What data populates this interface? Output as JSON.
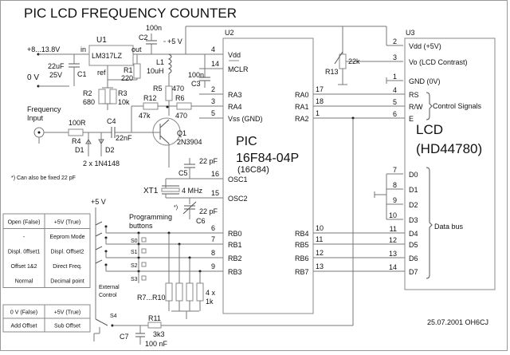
{
  "title": "PIC LCD FREQUENCY COUNTER",
  "footer": "25.07.2001 OH6CJ",
  "note": "*) Can also be fixed 22 pF",
  "power": {
    "input_label": "+8...13.8V",
    "ground_label": "0 V",
    "vcc_label": "+5 V",
    "vcc_label_left": "+5 V"
  },
  "components": {
    "U1": {
      "ref": "U1",
      "part": "LM317LZ",
      "in": "in",
      "out": "out",
      "adj": "ref"
    },
    "C1": {
      "ref": "C1",
      "value": "22uF",
      "voltage": "25V"
    },
    "C2": {
      "ref": "C2",
      "value": "100n"
    },
    "C3": {
      "ref": "C3",
      "value": "100n"
    },
    "C4": {
      "ref": "C4",
      "value": "22nF"
    },
    "C5": {
      "ref": "C5",
      "value": "22 pF"
    },
    "C6": {
      "ref": "C6",
      "value": "22 pF",
      "marker": "*)"
    },
    "C7": {
      "ref": "C7",
      "value": "100 nF"
    },
    "L1": {
      "ref": "L1",
      "value": "10uH"
    },
    "R1": {
      "ref": "R1",
      "value": "220"
    },
    "R2": {
      "ref": "R2",
      "value": "680"
    },
    "R3": {
      "ref": "R3",
      "value": "10k"
    },
    "R4": {
      "ref": "R4",
      "value": "100R"
    },
    "R5": {
      "ref": "R5",
      "value": "470"
    },
    "R6": {
      "ref": "R6",
      "value": "470"
    },
    "R7_10": {
      "ref": "R7...R10",
      "value": "4 x",
      "value2": "1k"
    },
    "R11": {
      "ref": "R11",
      "value": "3k3"
    },
    "R12": {
      "ref": "R12",
      "value": "47k"
    },
    "R13": {
      "ref": "R13",
      "value": "22k"
    },
    "Q1": {
      "ref": "Q1",
      "part": "2N3904"
    },
    "D1": {
      "ref": "D1"
    },
    "D2": {
      "ref": "D2"
    },
    "diodes_part": "2 x 1N4148",
    "XT1": {
      "ref": "XT1",
      "value": "4 MHz"
    },
    "S4": {
      "ref": "S4"
    },
    "freq_input": {
      "line1": "Frequency",
      "line2": "Input"
    }
  },
  "U2": {
    "ref": "U2",
    "name1": "PIC",
    "name2": "16F84-04P",
    "name3": "(16C84)",
    "left_pins": [
      {
        "num": "4",
        "name": "Vdd"
      },
      {
        "num": "14",
        "name": "MCLR"
      },
      {
        "num": "2",
        "name": "RA3"
      },
      {
        "num": "3",
        "name": "RA4"
      },
      {
        "num": "5",
        "name": "Vss (GND)"
      },
      {
        "num": "16",
        "name": "OSC1"
      },
      {
        "num": "15",
        "name": "OSC2"
      },
      {
        "num": "6",
        "name": "RB0"
      },
      {
        "num": "7",
        "name": "RB1"
      },
      {
        "num": "8",
        "name": "RB2"
      },
      {
        "num": "9",
        "name": "RB3"
      }
    ],
    "right_pins": [
      {
        "num": "17",
        "name": "RA0"
      },
      {
        "num": "18",
        "name": "RA1"
      },
      {
        "num": "1",
        "name": "RA2"
      },
      {
        "num": "10",
        "name": "RB4"
      },
      {
        "num": "11",
        "name": "RB5"
      },
      {
        "num": "12",
        "name": "RB6"
      },
      {
        "num": "13",
        "name": "RB7"
      }
    ]
  },
  "U3": {
    "ref": "U3",
    "name1": "LCD",
    "name2": "(HD44780)",
    "pins": [
      {
        "num": "2",
        "name": "Vdd (+5V)"
      },
      {
        "num": "3",
        "name": "Vo (LCD Contrast)"
      },
      {
        "num": "1",
        "name": "GND (0V)"
      },
      {
        "num": "4",
        "name": "RS"
      },
      {
        "num": "5",
        "name": "R/W"
      },
      {
        "num": "6",
        "name": "E"
      },
      {
        "num": "7",
        "name": "D0"
      },
      {
        "num": "8",
        "name": "D1"
      },
      {
        "num": "9",
        "name": "D2"
      },
      {
        "num": "10",
        "name": "D3"
      },
      {
        "num": "11",
        "name": "D4"
      },
      {
        "num": "12",
        "name": "D5"
      },
      {
        "num": "13",
        "name": "D6"
      },
      {
        "num": "14",
        "name": "D7"
      }
    ],
    "control_label": "Control Signals",
    "data_label": "Data bus"
  },
  "buttons": {
    "title1": "Programming",
    "title2": "buttons",
    "labels": [
      "S0",
      "S1",
      "S2",
      "S3"
    ],
    "external1": "External",
    "external2": "Control"
  },
  "table1": {
    "headers": [
      "Open (False)",
      "+5V  (True)"
    ],
    "rows": [
      [
        "-",
        "Eeprom Mode"
      ],
      [
        "Displ. 0ffset1",
        "Displ. Offset2"
      ],
      [
        "Offset 1&2",
        "Direct Freq."
      ],
      [
        "Normal",
        "Decimal point"
      ]
    ]
  },
  "table2": {
    "headers": [
      "0 V (False)",
      "+5V  (True)"
    ],
    "rows": [
      [
        "Add Offset",
        "Sub Offset"
      ]
    ]
  }
}
